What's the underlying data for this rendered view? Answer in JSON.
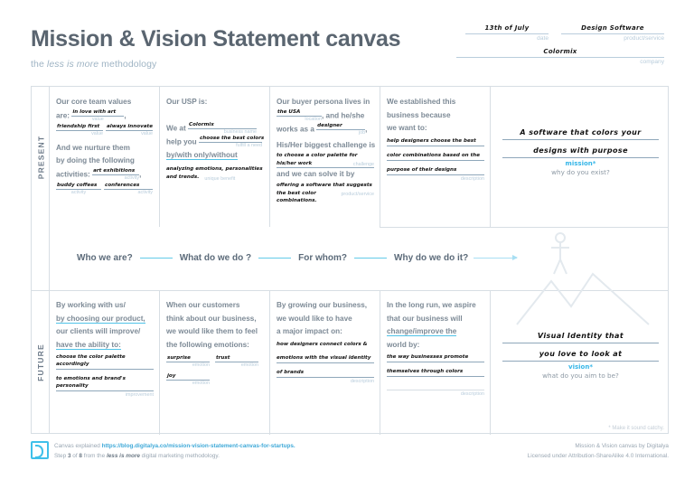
{
  "header": {
    "title": "Mission & Vision Statement canvas",
    "subtitle_pre": "the ",
    "subtitle_em": "less is more",
    "subtitle_post": " methodology",
    "fields": [
      {
        "value": "13th of July",
        "label": "date"
      },
      {
        "value": "Design Software",
        "label": "product/service"
      },
      {
        "value": "Colormix",
        "label": "company"
      }
    ]
  },
  "rails": {
    "present": "PRESENT",
    "future": "FUTURE"
  },
  "steps": [
    "Who we are?",
    "What do we do ?",
    "For whom?",
    "Why do we do it?"
  ],
  "present": {
    "values_cell": {
      "p1": "Our core team values",
      "p2": "are:",
      "v1": {
        "text": "in love with art",
        "tag": "value"
      },
      "v2": {
        "text": "friendship first",
        "tag": "value"
      },
      "v3": {
        "text": "always innovate",
        "tag": "value"
      },
      "p3": "And we nurture them",
      "p4": "by doing the following",
      "p5": "activities:",
      "a1": {
        "text": "art exhibitions",
        "tag": "activity"
      },
      "a2": {
        "text": "buddy coffees",
        "tag": "activity"
      },
      "a3": {
        "text": "conferences",
        "tag": "activity"
      }
    },
    "usp_cell": {
      "p1": "Our USP is:",
      "p2": "We at",
      "b1": {
        "text": "Colormix",
        "tag": "business name"
      },
      "p3": "help you",
      "b2": {
        "text": "choose the best colors",
        "tag": "fulfill a need"
      },
      "p4": "by/with only/without",
      "b3_l1": "analyzing emotions, personalities",
      "b3_l2": "and trends.",
      "b3_tag": "unique benefit"
    },
    "persona_cell": {
      "p1": "Our buyer persona lives in",
      "b1": {
        "text": "the USA",
        "tag": "location"
      },
      "p2": ", and he/she",
      "p3": "works as a",
      "b2": {
        "text": "designer",
        "tag": "job"
      },
      "p4": "His/Her biggest challenge is",
      "c_l1": "to choose a color palette for",
      "c_l2": "his/her work",
      "c_tag": "challenge",
      "p5": "and we can solve it by",
      "d_l1": "offering a software that suggests",
      "d_l2": "the best color",
      "d_l3": "combinations.",
      "d_tag": "product/service"
    },
    "why_cell": {
      "p1": "We established this",
      "p2": "business because",
      "p3": "we want to:",
      "d_l1": "help designers choose the best",
      "d_l2": "color combinations based on the",
      "d_l3": "purpose of their designs",
      "d_tag": "description"
    },
    "mission": {
      "line1": "A software that colors your",
      "line2": "designs with purpose",
      "key": "mission*",
      "ask": "why do you exist?"
    }
  },
  "future": {
    "clients_cell": {
      "p1": "By working with us/",
      "p2": "by choosing our product,",
      "p3": "our clients will improve/",
      "p4": "have the ability to:",
      "d_l1": "choose the color palette accordingly",
      "d_l2": "to emotions and brand's personality",
      "d_tag": "improvement"
    },
    "emotions_cell": {
      "p1": "When our customers",
      "p2": "think about our business,",
      "p3": "we would like them to feel",
      "p4": "the following emotions:",
      "e1": {
        "text": "surprise",
        "tag": "emotion"
      },
      "e2": {
        "text": "trust",
        "tag": "emotion"
      },
      "e3": {
        "text": "joy",
        "tag": "emotion"
      }
    },
    "impact_cell": {
      "p1": "By growing our business,",
      "p2": "we would like to have",
      "p3": "a major impact on:",
      "d_l1": "how designers connect colors &",
      "d_l2": "emotions with the visual identity",
      "d_l3": "of brands",
      "d_tag": "description"
    },
    "world_cell": {
      "p1": "In the long run, we aspire",
      "p2": "that our business will",
      "p3": "change/improve the",
      "p4": "world by:",
      "d_l1": "the way businesses promote",
      "d_l2": "themselves through colors",
      "d_tag": "description"
    },
    "vision": {
      "line1": "Visual Identity that",
      "line2": "you love to look at",
      "key": "vision*",
      "ask": "what do you aim to be?",
      "note": "* Make it sound catchy."
    }
  },
  "footer": {
    "left_pre": "Canvas explained ",
    "left_link": "https://blog.digitalya.co/mission-vision-statement-canvas-for-startups.",
    "left2_pre": "Step ",
    "left2_step": "3",
    "left2_mid": " of ",
    "left2_total": "8",
    "left2_post": " from the ",
    "left2_em": "less is more",
    "left2_end": " digital marketing methodology.",
    "right1": "Mission & Vision canvas by Digitalya",
    "right2": "Licensed under Attribution-ShareAlike 4.0 International."
  },
  "colors": {
    "accent": "#3fc0ea",
    "ink": "#5a6570",
    "muted": "#b9cddc"
  }
}
